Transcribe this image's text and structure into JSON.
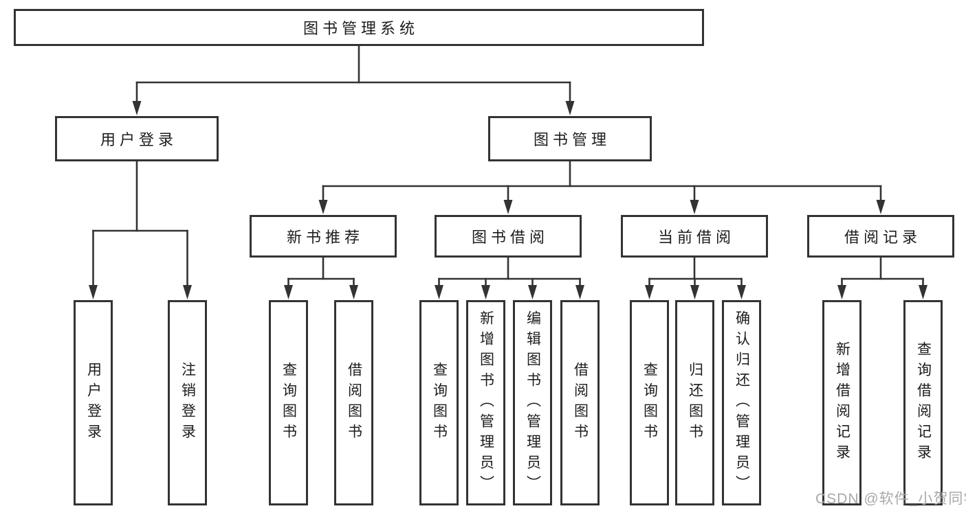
{
  "diagram": {
    "type": "hierarchy",
    "title": "图书管理系统",
    "nodes": [
      {
        "id": "root",
        "label": "图书管理系统",
        "parent": null,
        "orientation": "horizontal"
      },
      {
        "id": "user-login-group",
        "label": "用户登录",
        "parent": "root",
        "orientation": "horizontal"
      },
      {
        "id": "book-mgmt",
        "label": "图书管理",
        "parent": "root",
        "orientation": "horizontal"
      },
      {
        "id": "user-login",
        "label": "用户登录",
        "parent": "user-login-group",
        "orientation": "vertical"
      },
      {
        "id": "logout",
        "label": "注销登录",
        "parent": "user-login-group",
        "orientation": "vertical"
      },
      {
        "id": "new-book-rec",
        "label": "新书推荐",
        "parent": "book-mgmt",
        "orientation": "horizontal"
      },
      {
        "id": "book-borrow",
        "label": "图书借阅",
        "parent": "book-mgmt",
        "orientation": "horizontal"
      },
      {
        "id": "current-borrow",
        "label": "当前借阅",
        "parent": "book-mgmt",
        "orientation": "horizontal"
      },
      {
        "id": "borrow-records",
        "label": "借阅记录",
        "parent": "book-mgmt",
        "orientation": "horizontal"
      },
      {
        "id": "query-book-1",
        "label": "查询图书",
        "parent": "new-book-rec",
        "orientation": "vertical"
      },
      {
        "id": "borrow-book-1",
        "label": "借阅图书",
        "parent": "new-book-rec",
        "orientation": "vertical"
      },
      {
        "id": "query-book-2",
        "label": "查询图书",
        "parent": "book-borrow",
        "orientation": "vertical"
      },
      {
        "id": "add-book",
        "label": "新增图书（管理员）",
        "parent": "book-borrow",
        "orientation": "vertical"
      },
      {
        "id": "edit-book",
        "label": "编辑图书（管理员）",
        "parent": "book-borrow",
        "orientation": "vertical"
      },
      {
        "id": "borrow-book-2",
        "label": "借阅图书",
        "parent": "book-borrow",
        "orientation": "vertical"
      },
      {
        "id": "query-book-3",
        "label": "查询图书",
        "parent": "current-borrow",
        "orientation": "vertical"
      },
      {
        "id": "return-book",
        "label": "归还图书",
        "parent": "current-borrow",
        "orientation": "vertical"
      },
      {
        "id": "confirm-return",
        "label": "确认归还（管理员）",
        "parent": "current-borrow",
        "orientation": "vertical"
      },
      {
        "id": "add-borrow-record",
        "label": "新增借阅记录",
        "parent": "borrow-records",
        "orientation": "vertical"
      },
      {
        "id": "query-borrow-record",
        "label": "查询借阅记录",
        "parent": "borrow-records",
        "orientation": "vertical"
      }
    ]
  },
  "watermark": {
    "text": "CSDN @软件_小贺同学"
  },
  "colors": {
    "line": "#333333",
    "box_border": "#333333",
    "text": "#1c1c1c",
    "watermark": "#a9a9a9",
    "background": "#ffffff"
  }
}
